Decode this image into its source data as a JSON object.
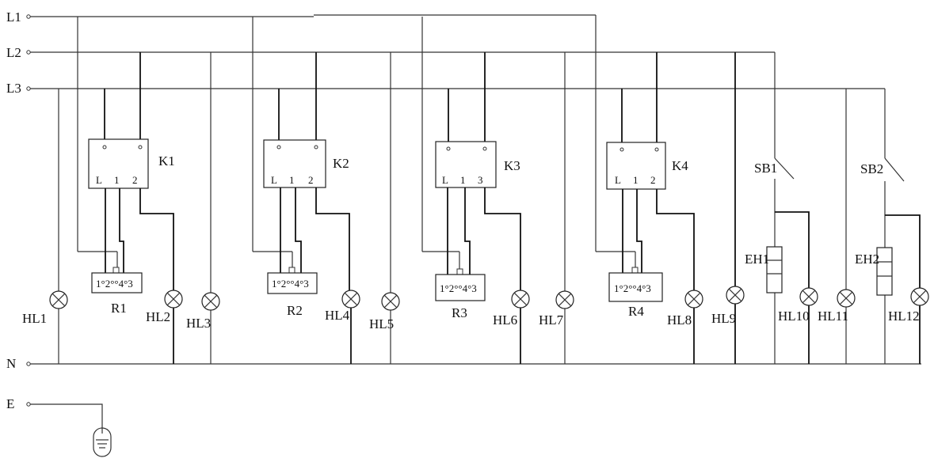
{
  "bus": {
    "l1": "L1",
    "l2": "L2",
    "l3": "L3",
    "n": "N",
    "e": "E"
  },
  "contactors": [
    {
      "name": "K1",
      "t_l": "L",
      "t_1": "1",
      "t_2": "2"
    },
    {
      "name": "K2",
      "t_l": "L",
      "t_1": "1",
      "t_2": "2"
    },
    {
      "name": "K3",
      "t_l": "L",
      "t_1": "1",
      "t_2": "3"
    },
    {
      "name": "K4",
      "t_l": "L",
      "t_1": "1",
      "t_2": "2"
    }
  ],
  "relays": [
    {
      "name": "R1",
      "pins": "1°2°°4°3"
    },
    {
      "name": "R2",
      "pins": "1°2°°4°3"
    },
    {
      "name": "R3",
      "pins": "1°2°°4°3"
    },
    {
      "name": "R4",
      "pins": "1°2°°4°3"
    }
  ],
  "lamps": [
    "HL1",
    "HL2",
    "HL3",
    "HL4",
    "HL5",
    "HL6",
    "HL7",
    "HL8",
    "HL9",
    "HL10",
    "HL11",
    "HL12"
  ],
  "switches": [
    "SB1",
    "SB2"
  ],
  "heaters": [
    "EH1",
    "EH2"
  ]
}
